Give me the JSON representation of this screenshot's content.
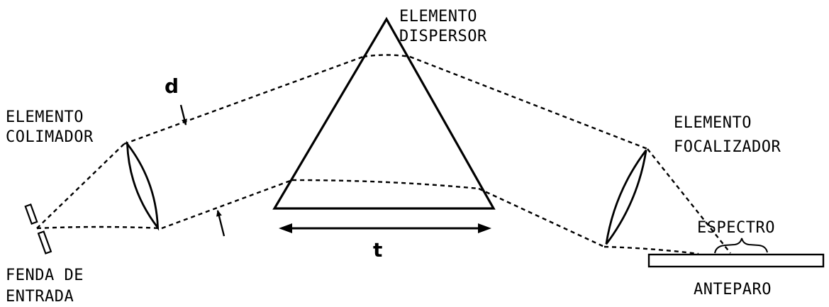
{
  "labels": {
    "dispersor_line1": "ELEMENTO",
    "dispersor_line2": "DISPERSOR",
    "colimador_line1": "ELEMENTO",
    "colimador_line2": "COLIMADOR",
    "focalizador_line1": "ELEMENTO",
    "focalizador_line2": "FOCALIZADOR",
    "fenda_line1": "FENDA DE",
    "fenda_line2": "ENTRADA",
    "espectro": "ESPECTRO",
    "anteparo": "ANTEPARO",
    "beam_width": "d",
    "prism_base": "t"
  }
}
